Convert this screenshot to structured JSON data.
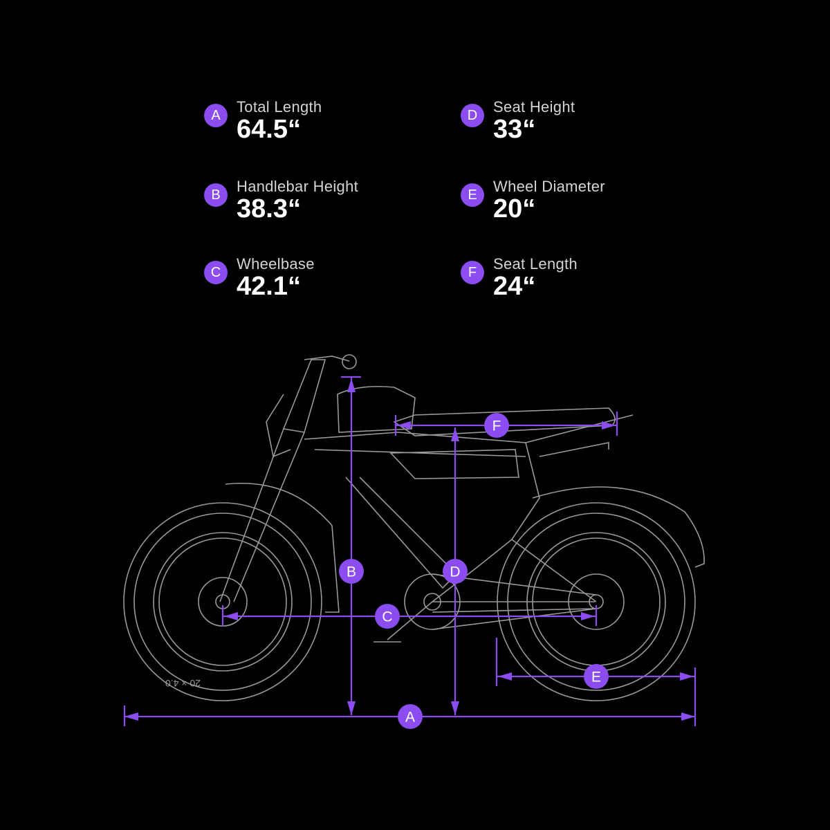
{
  "accent_color": "#8b4cf0",
  "specs": [
    {
      "key": "A",
      "label": "Total Length",
      "value": "64.5“"
    },
    {
      "key": "B",
      "label": "Handlebar Height",
      "value": "38.3“"
    },
    {
      "key": "C",
      "label": "Wheelbase",
      "value": "42.1“"
    },
    {
      "key": "D",
      "label": "Seat Height",
      "value": "33“"
    },
    {
      "key": "E",
      "label": "Wheel Diameter",
      "value": "20“"
    },
    {
      "key": "F",
      "label": "Seat Length",
      "value": "24“"
    }
  ],
  "tire_marking": "20 × 4.0"
}
